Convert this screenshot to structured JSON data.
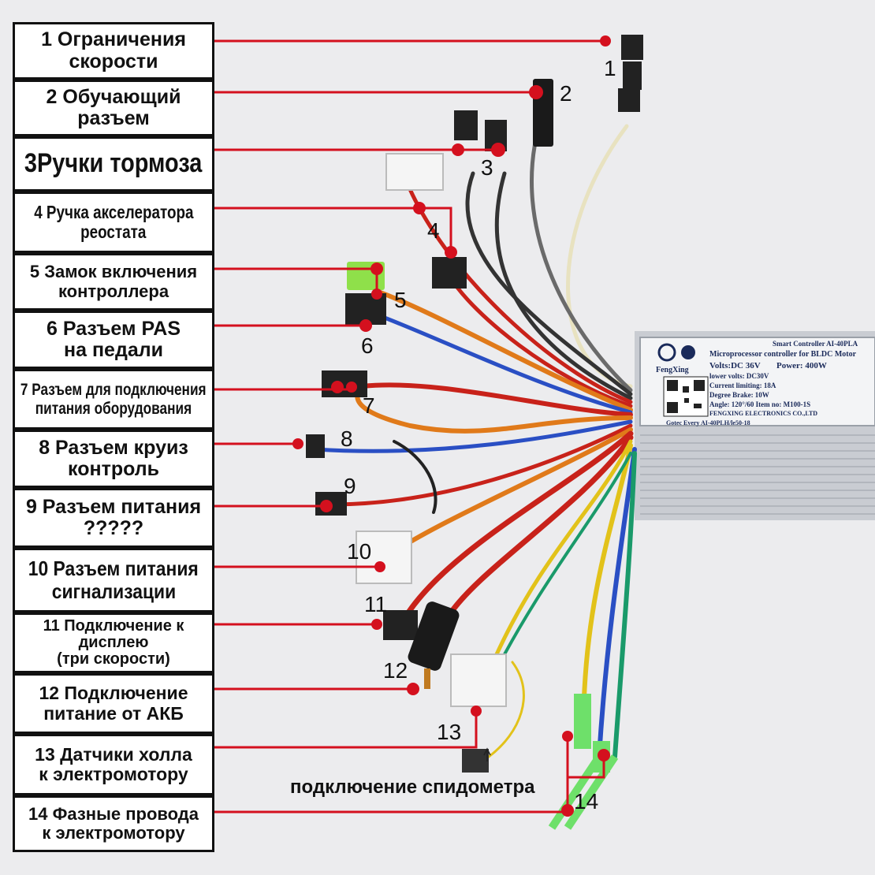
{
  "labels": [
    {
      "id": 1,
      "line1": "1 Ограничения",
      "line2": "скорости"
    },
    {
      "id": 2,
      "line1": "2 Обучающий",
      "line2": "разъем"
    },
    {
      "id": 3,
      "line1": "3Ручки тормоза",
      "line2": ""
    },
    {
      "id": 4,
      "line1": "4 Ручка акселератора",
      "line2": "реостата"
    },
    {
      "id": 5,
      "line1": "5 Замок включения",
      "line2": "контроллера"
    },
    {
      "id": 6,
      "line1": "6 Разъем PAS",
      "line2": "на педали"
    },
    {
      "id": 7,
      "line1": "7 Разъем для подключения",
      "line2": "питания оборудования"
    },
    {
      "id": 8,
      "line1": "8 Разъем круиз",
      "line2": "контроль"
    },
    {
      "id": 9,
      "line1": "9 Разъем питания",
      "line2": "?????"
    },
    {
      "id": 10,
      "line1": "10 Разъем питания",
      "line2": "сигнализации"
    },
    {
      "id": 11,
      "line1": "11 Подключение к",
      "line2": "дисплею",
      "line3": "(три скорости)"
    },
    {
      "id": 12,
      "line1": "12 Подключение",
      "line2": "питание от АКБ"
    },
    {
      "id": 13,
      "line1": "13 Датчики холла",
      "line2": "к электромотору"
    },
    {
      "id": 14,
      "line1": "14 Фазные провода",
      "line2": "к электромотору"
    }
  ],
  "numbers": [
    "1",
    "2",
    "3",
    "4",
    "5",
    "6",
    "7",
    "8",
    "9",
    "10",
    "11",
    "12",
    "13",
    "14"
  ],
  "extra_label": "подключение спидометра",
  "controller": {
    "line1": "Smart Controller AI-40PLA",
    "line2": "Microprocessor controller for BLDC Motor",
    "brand": "FengXing",
    "volts": "Volts:DC 36V",
    "power": "Power: 400W",
    "lower": "lower volts: DC30V",
    "current": "Current limiting: 18A",
    "brake": "Degree Brake: 10W",
    "angle": "Angle: 120°/60 Item no: M100-1S",
    "company": "FENGXING ELECTRONICS CO.,LTD",
    "bottom": "Gotec Every AI-40PLH/le50-18"
  },
  "colors": {
    "accent_red": "#d4101e",
    "box_border": "#111111",
    "background": "#ececee"
  }
}
